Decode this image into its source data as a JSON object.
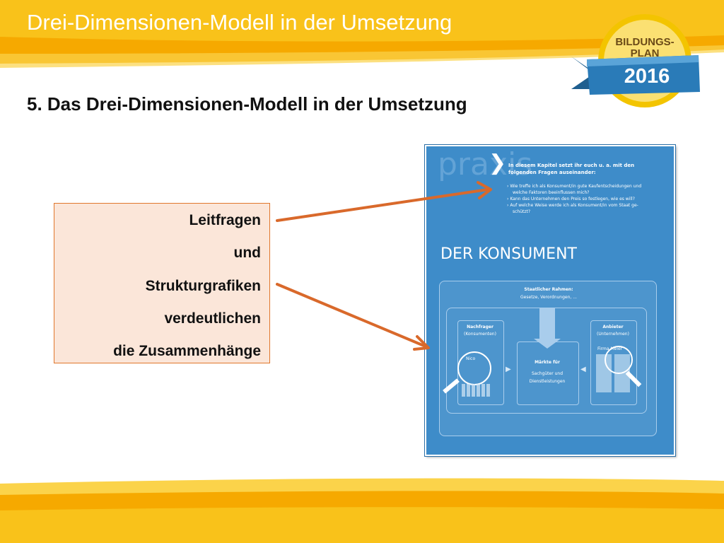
{
  "header": {
    "title": "Drei-Dimensionen-Modell in der Umsetzung"
  },
  "badge": {
    "line1": "BILDUNGS-",
    "line2": "PLAN",
    "year": "2016"
  },
  "main": {
    "heading": "5. Das Drei-Dimensionen-Modell in der Umsetzung"
  },
  "callout": {
    "lines": [
      "Leitfragen",
      "und",
      "Strukturgrafiken",
      "verdeutlichen",
      "die Zusammenhänge"
    ]
  },
  "book_page": {
    "watermark": "praxis",
    "intro": "In diesem Kapitel setzt ihr euch u. a. mit den",
    "intro2": "folgenden Fragen auseinander:",
    "q1a": "Wie treffe ich als Konsument/in gute Kaufentscheidungen und",
    "q1b": "welche Faktoren beeinflussen mich?",
    "q2": "Kann das Unternehmen den Preis so festlegen, wie es will?",
    "q3a": "Auf welche Weise werde ich als Konsument/in vom Staat ge-",
    "q3b": "schützt?",
    "title": "DER KONSUMENT",
    "state_title": "Staatlicher Rahmen:",
    "state_sub": "Gesetze, Verordnungen, ...",
    "demand_title": "Nachfrager",
    "demand_sub": "(Konsumenten)",
    "demand_person": "Nico",
    "market_title": "Märkte für",
    "market_line1": "Sachgüter und",
    "market_line2": "Dienstleistungen",
    "supply_title": "Anbieter",
    "supply_sub": "(Unternehmen)",
    "supply_firm": "Firma Meier"
  },
  "colors": {
    "accent_yellow": "#f7b500",
    "arrow_orange": "#d9692b",
    "page_blue": "#3e8cc9"
  }
}
